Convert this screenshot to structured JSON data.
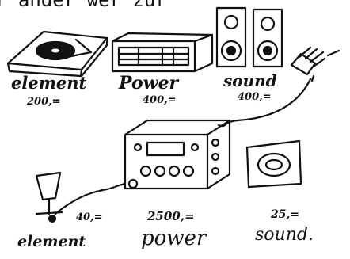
{
  "heading": {
    "text": "r ander wer zur"
  },
  "top_row": [
    {
      "label": "element",
      "price": "200,="
    },
    {
      "label": "Power",
      "price": "400,="
    },
    {
      "label": "sound",
      "price": "400,="
    }
  ],
  "bottom_row": [
    {
      "label": "element",
      "price": "40,="
    },
    {
      "label": "power",
      "price": "2500,="
    },
    {
      "label": "sound.",
      "price": "25,="
    }
  ],
  "colors": {
    "ink": "#111111",
    "paper": "#ffffff"
  }
}
